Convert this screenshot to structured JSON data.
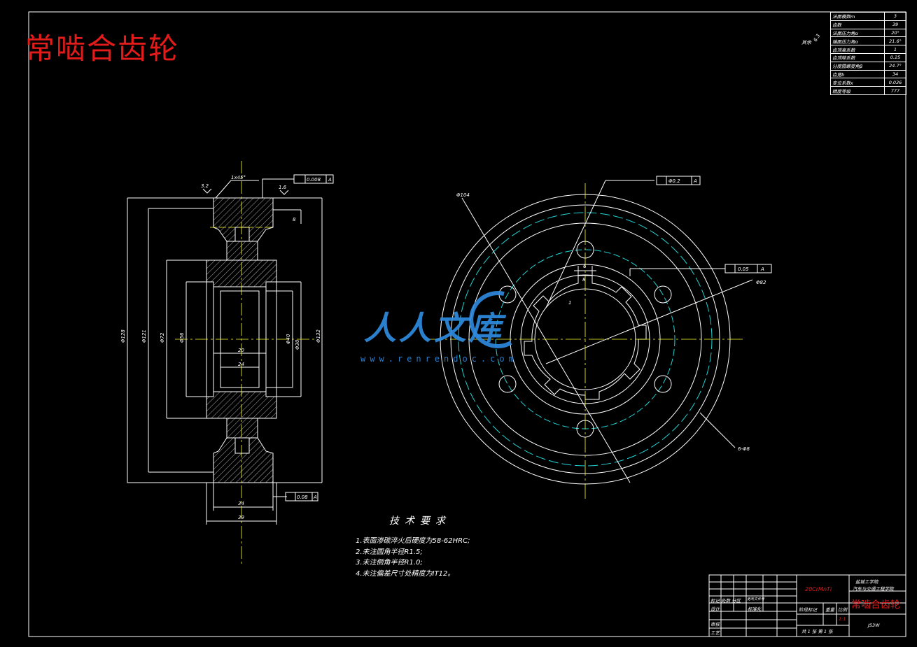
{
  "title": "常啮合齿轮",
  "params": [
    {
      "label": "法面模数m",
      "value": "3"
    },
    {
      "label": "齿数",
      "value": "39"
    },
    {
      "label": "法面压力角α",
      "value": "20°"
    },
    {
      "label": "端面压力角α",
      "value": "21.6°"
    },
    {
      "label": "齿顶高系数",
      "value": "1"
    },
    {
      "label": "齿顶隙系数",
      "value": "0.25"
    },
    {
      "label": "分度圆螺旋角β",
      "value": "24.7°"
    },
    {
      "label": "齿宽b",
      "value": "34"
    },
    {
      "label": "变位系数x",
      "value": "0.036"
    },
    {
      "label": "精度等级",
      "value": "777"
    }
  ],
  "roughness_label": "其余",
  "roughness_value": "6.3",
  "dims": {
    "d128": "Φ128",
    "d121": "Φ121",
    "d72": "Φ72",
    "d56": "Φ56",
    "d132": "Φ132",
    "d40": "Φ40",
    "d30": "Φ30",
    "w20": "20",
    "w24": "24",
    "w34": "34",
    "w39": "39",
    "chamfer": "1x45°",
    "r8": "8",
    "ra16": "1.6",
    "ra32": "3.2",
    "tol1": "0.008",
    "tol2": "0.08",
    "datum": "A",
    "d104": "Φ104",
    "d82": "Φ82",
    "holes": "6-Φ8",
    "pos1": "Φ0.2",
    "pos2": "0.05",
    "s6": "6",
    "a1": "1",
    "b8": "8"
  },
  "tech": {
    "heading": "技术要求",
    "notes": [
      "1.表面渗碳淬火后硬度为58-62HRC;",
      "2.未注圆角半径R1.5;",
      "3.未注倒角半径R1.0;",
      "4.未注偏差尺寸处精度为IT12。"
    ]
  },
  "titleblock": {
    "material": "20CrMnTi",
    "school1": "盐城工学院",
    "school2": "汽车与交通工程学院",
    "part": "常啮合齿轮",
    "stage": "阶段标记",
    "weight": "重量",
    "scale": "比例",
    "scale_val": "1:1",
    "sheets": "共 1 张  第 1 张",
    "code": "JS3W",
    "marks": "标记 处数 分区",
    "design": "设计",
    "std": "标准化",
    "check": "审核",
    "craft": "工艺",
    "drawn": "更改文件号"
  },
  "watermark": {
    "text": "人人文库",
    "url": "www.renrendoc.com"
  }
}
